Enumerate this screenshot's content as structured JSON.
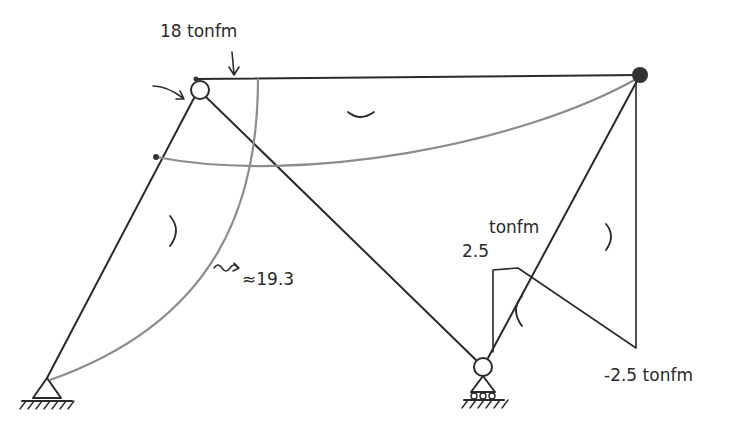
{
  "diagram": {
    "labels": [
      "18 tonfm",
      "≈19.3",
      "2.5",
      "tonfm",
      "-2.5 tonfm"
    ]
  }
}
